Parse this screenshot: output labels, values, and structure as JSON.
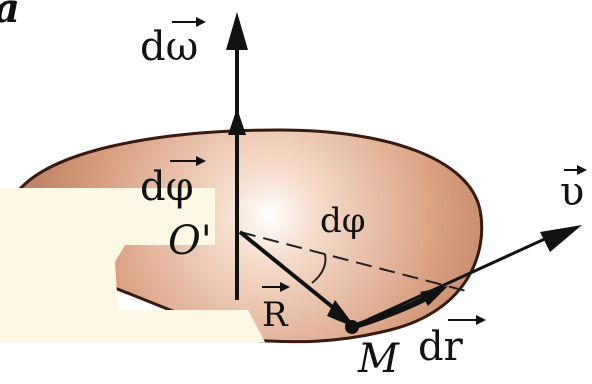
{
  "labels": {
    "omega_vector": "dω",
    "phi_vector": "dφ",
    "phi_angle": "dφ",
    "center": "O'",
    "radius": "R",
    "point": "M",
    "dr": "dr",
    "velocity": "υ",
    "fragment_top_left": "a"
  },
  "colors": {
    "disc_light": "#fbe6d8",
    "disc_mid": "#e6b193",
    "disc_dark": "#b07256",
    "rim": "#3a1a10",
    "arrow": "#111111",
    "overlay": "#fdf8e3"
  },
  "icons": {
    "vector_arrow": "overarrow-icon"
  }
}
